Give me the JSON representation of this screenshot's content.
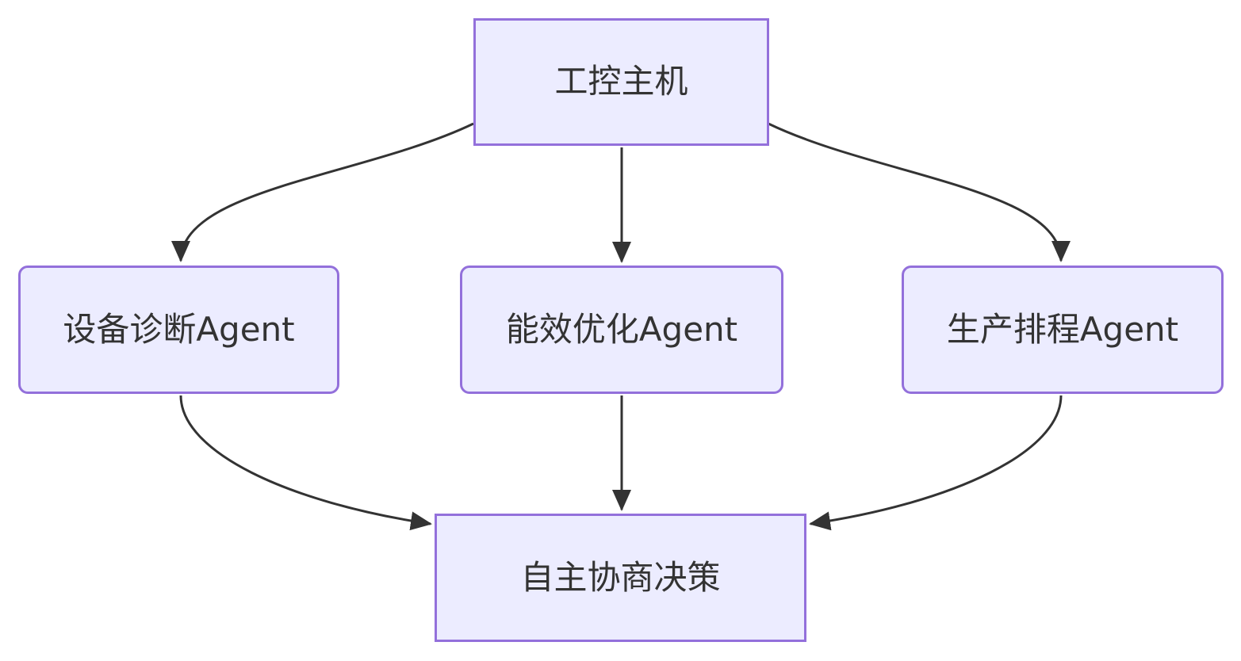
{
  "diagram": {
    "type": "flowchart",
    "direction": "top-down",
    "background_color": "#ffffff",
    "node_fill_color": "#ECECFF",
    "node_border_color": "#9370DB",
    "edge_color": "#333333",
    "text_color": "#333333",
    "nodes": [
      {
        "id": "host",
        "label": "工控主机",
        "shape": "rectangle"
      },
      {
        "id": "device",
        "label": "设备诊断Agent",
        "shape": "rounded"
      },
      {
        "id": "energy",
        "label": "能效优化Agent",
        "shape": "rounded"
      },
      {
        "id": "schedule",
        "label": "生产排程Agent",
        "shape": "rounded"
      },
      {
        "id": "decision",
        "label": "自主协商决策",
        "shape": "rectangle"
      }
    ],
    "edges": [
      {
        "from": "工控主机",
        "to": "设备诊断Agent",
        "style": "arrow"
      },
      {
        "from": "工控主机",
        "to": "能效优化Agent",
        "style": "arrow"
      },
      {
        "from": "工控主机",
        "to": "生产排程Agent",
        "style": "arrow"
      },
      {
        "from": "设备诊断Agent",
        "to": "自主协商决策",
        "style": "arrow"
      },
      {
        "from": "能效优化Agent",
        "to": "自主协商决策",
        "style": "arrow"
      },
      {
        "from": "生产排程Agent",
        "to": "自主协商决策",
        "style": "arrow"
      }
    ]
  }
}
